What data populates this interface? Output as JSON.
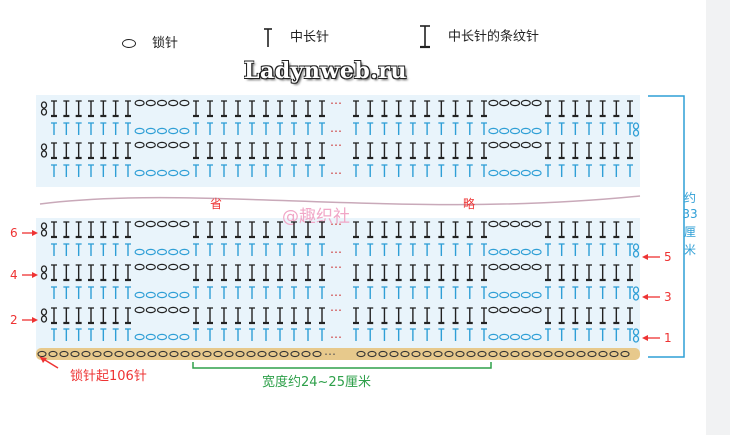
{
  "watermark": "Ladynweb.ru",
  "legend": [
    {
      "icon": "chain-symbol-icon",
      "label": "锁针"
    },
    {
      "icon": "hdc-symbol-icon",
      "label": "中长针"
    },
    {
      "icon": "hdc-ribbed-symbol-icon",
      "label": "中长针的条纹针"
    }
  ],
  "omitted_left": "省",
  "omitted_right": "略",
  "center_watermark": "@趣织社",
  "height_label": [
    "约",
    "33",
    "厘",
    "米"
  ],
  "foundation_label": "锁针起106针",
  "width_label": "宽度约24~25厘米",
  "row_labels_left": [
    "6",
    "4",
    "2"
  ],
  "row_labels_right": [
    "5",
    "3",
    "1"
  ],
  "ellipsis": "⋯",
  "colors": {
    "blue": "#2f9fd6",
    "red": "#e33",
    "green": "#2ea04a",
    "foundation": "#e7c98c",
    "band": "#e9f4fb"
  }
}
